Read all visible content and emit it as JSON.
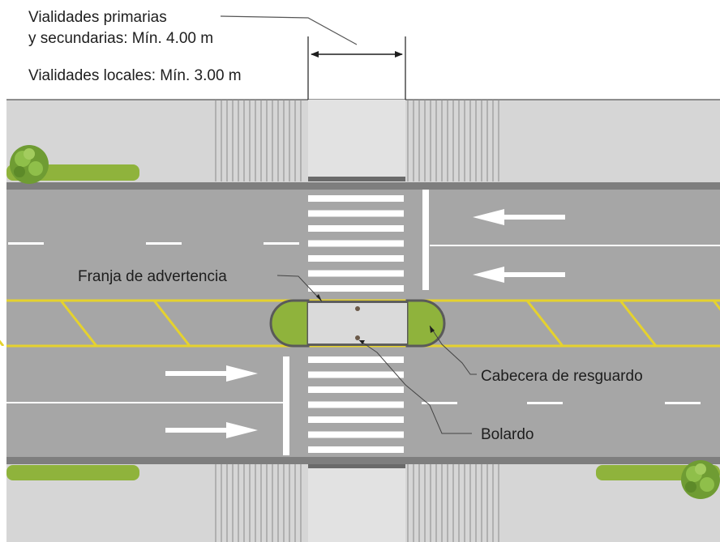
{
  "labels": {
    "width_line1": "Vialidades primarias",
    "width_line2": "y secundarias: Mín. 4.00 m",
    "width_local": "Vialidades locales: Mín. 3.00 m",
    "warning_strip": "Franja de advertencia",
    "refuge_head": "Cabecera de resguardo",
    "bollard": "Bolardo"
  },
  "colors": {
    "sidewalk": "#d6d6d6",
    "asphalt": "#a6a6a6",
    "curb": "#7e7e7e",
    "green": "#8fb33c",
    "yellow": "#e5d22e",
    "white_marking": "#ffffff",
    "text": "#1e1e1e"
  },
  "icons": {
    "dimension_arrow": "double-headed-arrow-icon",
    "traffic_arrow": "lane-arrow-icon",
    "tree": "tree-icon",
    "bollard": "bollard-dot-icon"
  }
}
